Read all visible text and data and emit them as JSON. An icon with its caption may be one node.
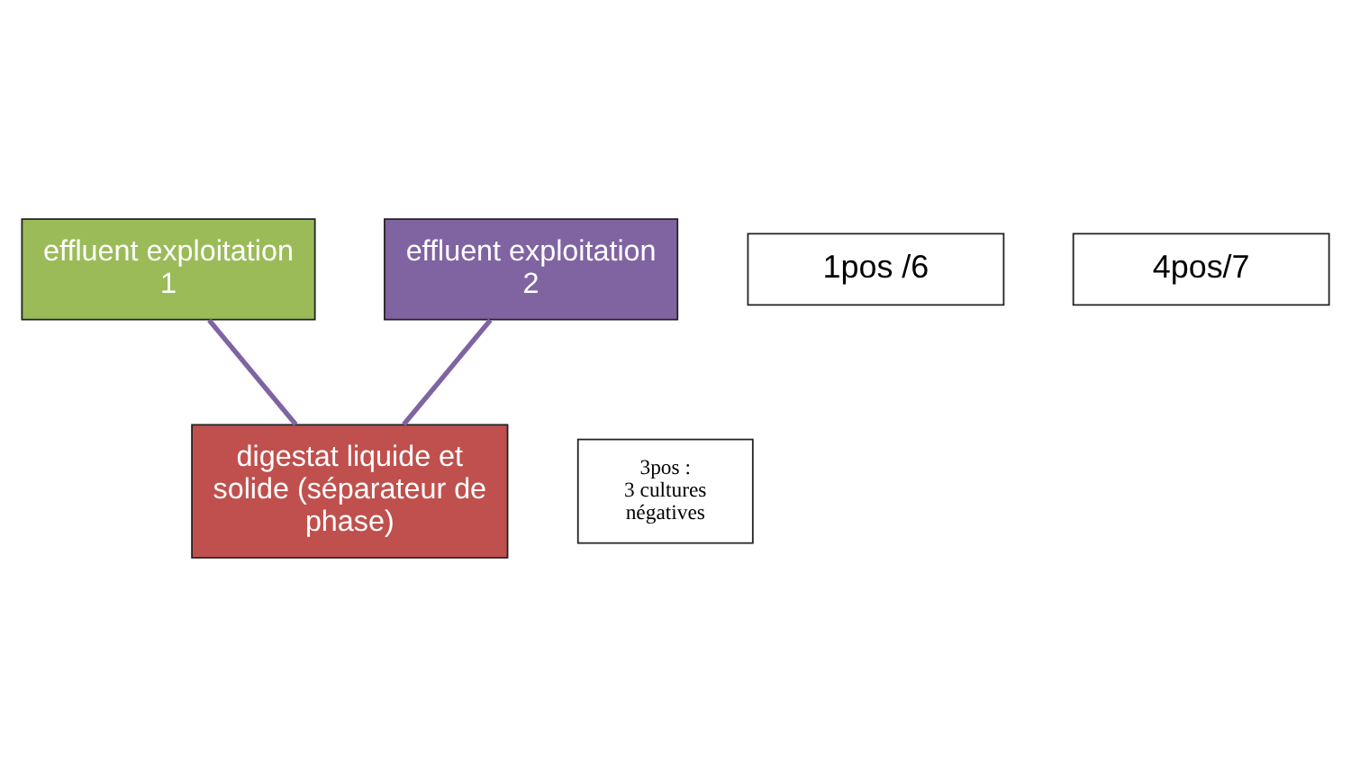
{
  "diagram": {
    "nodes": [
      {
        "text": [
          "effluent exploitation 1"
        ]
      },
      {
        "text": [
          "1pos /6"
        ]
      },
      {
        "text": [
          "effluent exploitation 2"
        ]
      },
      {
        "text": [
          "4pos/7"
        ]
      },
      {
        "text": [
          "digestat liquide et solide (séparateur de phase)"
        ]
      },
      {
        "text": [
          "3pos : 3 cultures négatives"
        ]
      }
    ],
    "edges": [
      {
        "from": 0,
        "to": 4,
        "arrow": "none"
      },
      {
        "from": 2,
        "to": 4,
        "arrow": "none"
      }
    ]
  }
}
